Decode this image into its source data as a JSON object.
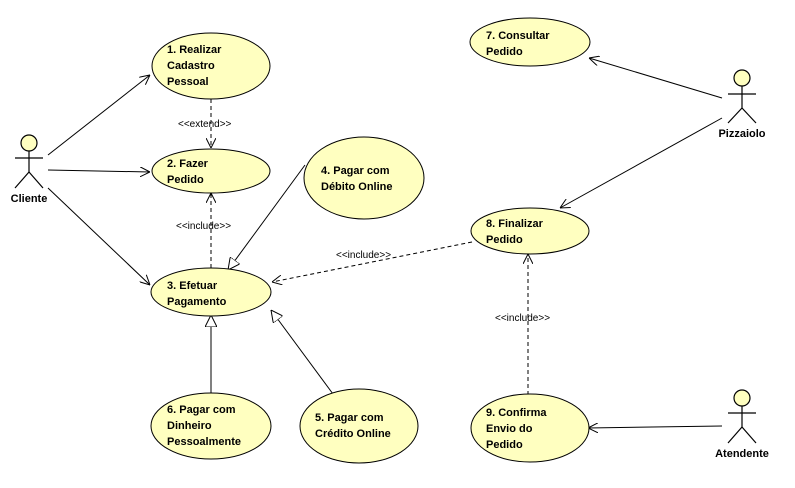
{
  "actors": {
    "cliente": "Cliente",
    "pizzaiolo": "Pizzaiolo",
    "atendente": "Atendente"
  },
  "use_cases": {
    "uc1": [
      "1. Realizar",
      "Cadastro",
      "Pessoal"
    ],
    "uc2": [
      "2. Fazer",
      "Pedido"
    ],
    "uc3": [
      "3. Efetuar",
      "Pagamento"
    ],
    "uc4": [
      "4. Pagar com",
      "Débito Online"
    ],
    "uc5": [
      "5. Pagar com",
      "Crédito Online"
    ],
    "uc6": [
      "6. Pagar com",
      "Dinheiro",
      "Pessoalmente"
    ],
    "uc7": [
      "7. Consultar",
      "Pedido"
    ],
    "uc8": [
      "8. Finalizar",
      "Pedido"
    ],
    "uc9": [
      "9. Confirma",
      "Envio do",
      "Pedido"
    ]
  },
  "relations": {
    "extend_1_2": "<<extend>>",
    "include_3_2": "<<include>>",
    "include_8_3": "<<include>>",
    "include_9_8": "<<include>>"
  },
  "colors": {
    "use_case_fill": "#ffffc0",
    "stroke": "#000000"
  }
}
